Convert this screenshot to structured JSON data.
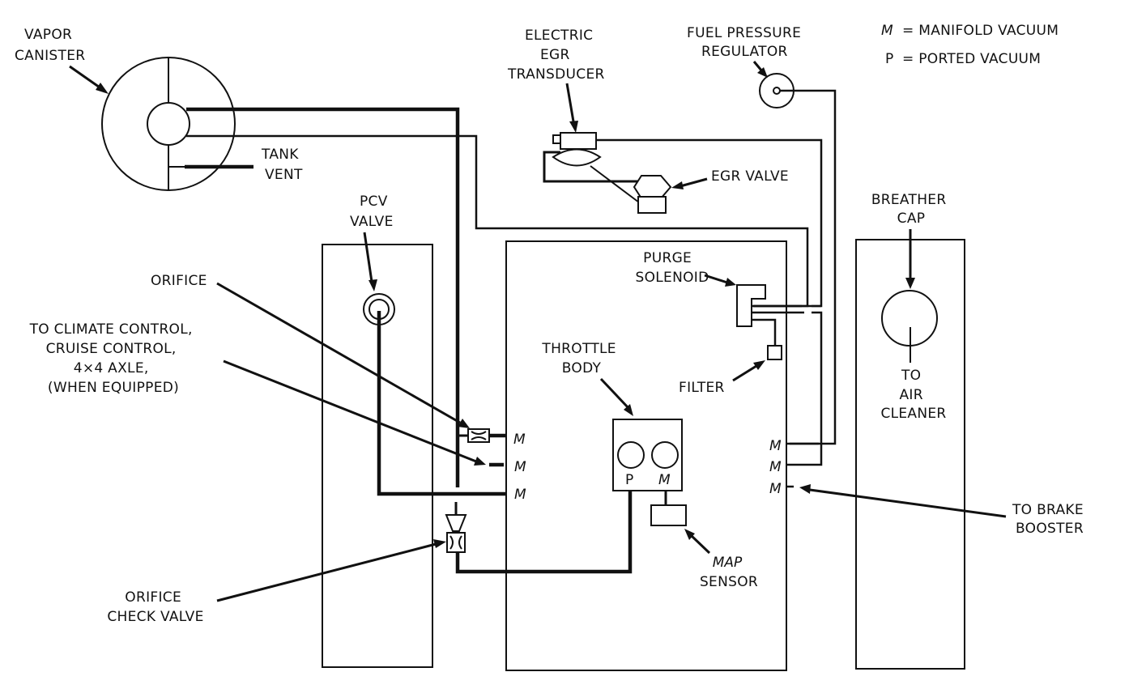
{
  "diagram": {
    "title": "Vacuum Hose Routing Schematic",
    "legend": {
      "items": [
        {
          "symbol": "M",
          "meaning": "= MANIFOLD VACUUM"
        },
        {
          "symbol": "P",
          "meaning": "= PORTED VACUUM"
        }
      ]
    },
    "components": {
      "vapor_canister": [
        "VAPOR",
        "CANISTER"
      ],
      "tank_vent": [
        "TANK",
        "VENT"
      ],
      "egr_transducer": [
        "ELECTRIC",
        "EGR",
        "TRANSDUCER"
      ],
      "fuel_pressure_regulator": [
        "FUEL PRESSURE",
        "REGULATOR"
      ],
      "egr_valve": [
        "EGR VALVE"
      ],
      "pcv_valve": [
        "PCV",
        "VALVE"
      ],
      "orifice": [
        "ORIFICE"
      ],
      "accessories": [
        "TO CLIMATE CONTROL,",
        "CRUISE CONTROL,",
        "4×4 AXLE,",
        "(WHEN EQUIPPED)"
      ],
      "purge_solenoid": [
        "PURGE",
        "SOLENOID"
      ],
      "throttle_body": [
        "THROTTLE",
        "BODY"
      ],
      "filter": [
        "FILTER"
      ],
      "breather_cap": [
        "BREATHER",
        "CAP"
      ],
      "air_cleaner": [
        "TO",
        "AIR",
        "CLEANER"
      ],
      "brake_booster": [
        "TO BRAKE",
        "BOOSTER"
      ],
      "map_sensor": [
        "MAP",
        "SENSOR"
      ],
      "orifice_check_valve": [
        "ORIFICE",
        "CHECK VALVE"
      ]
    },
    "ports": {
      "left_manifold": [
        "M",
        "M",
        "M"
      ],
      "right_manifold": [
        "M",
        "M",
        "M"
      ],
      "throttle_ported": "P",
      "throttle_manifold": "M"
    }
  }
}
